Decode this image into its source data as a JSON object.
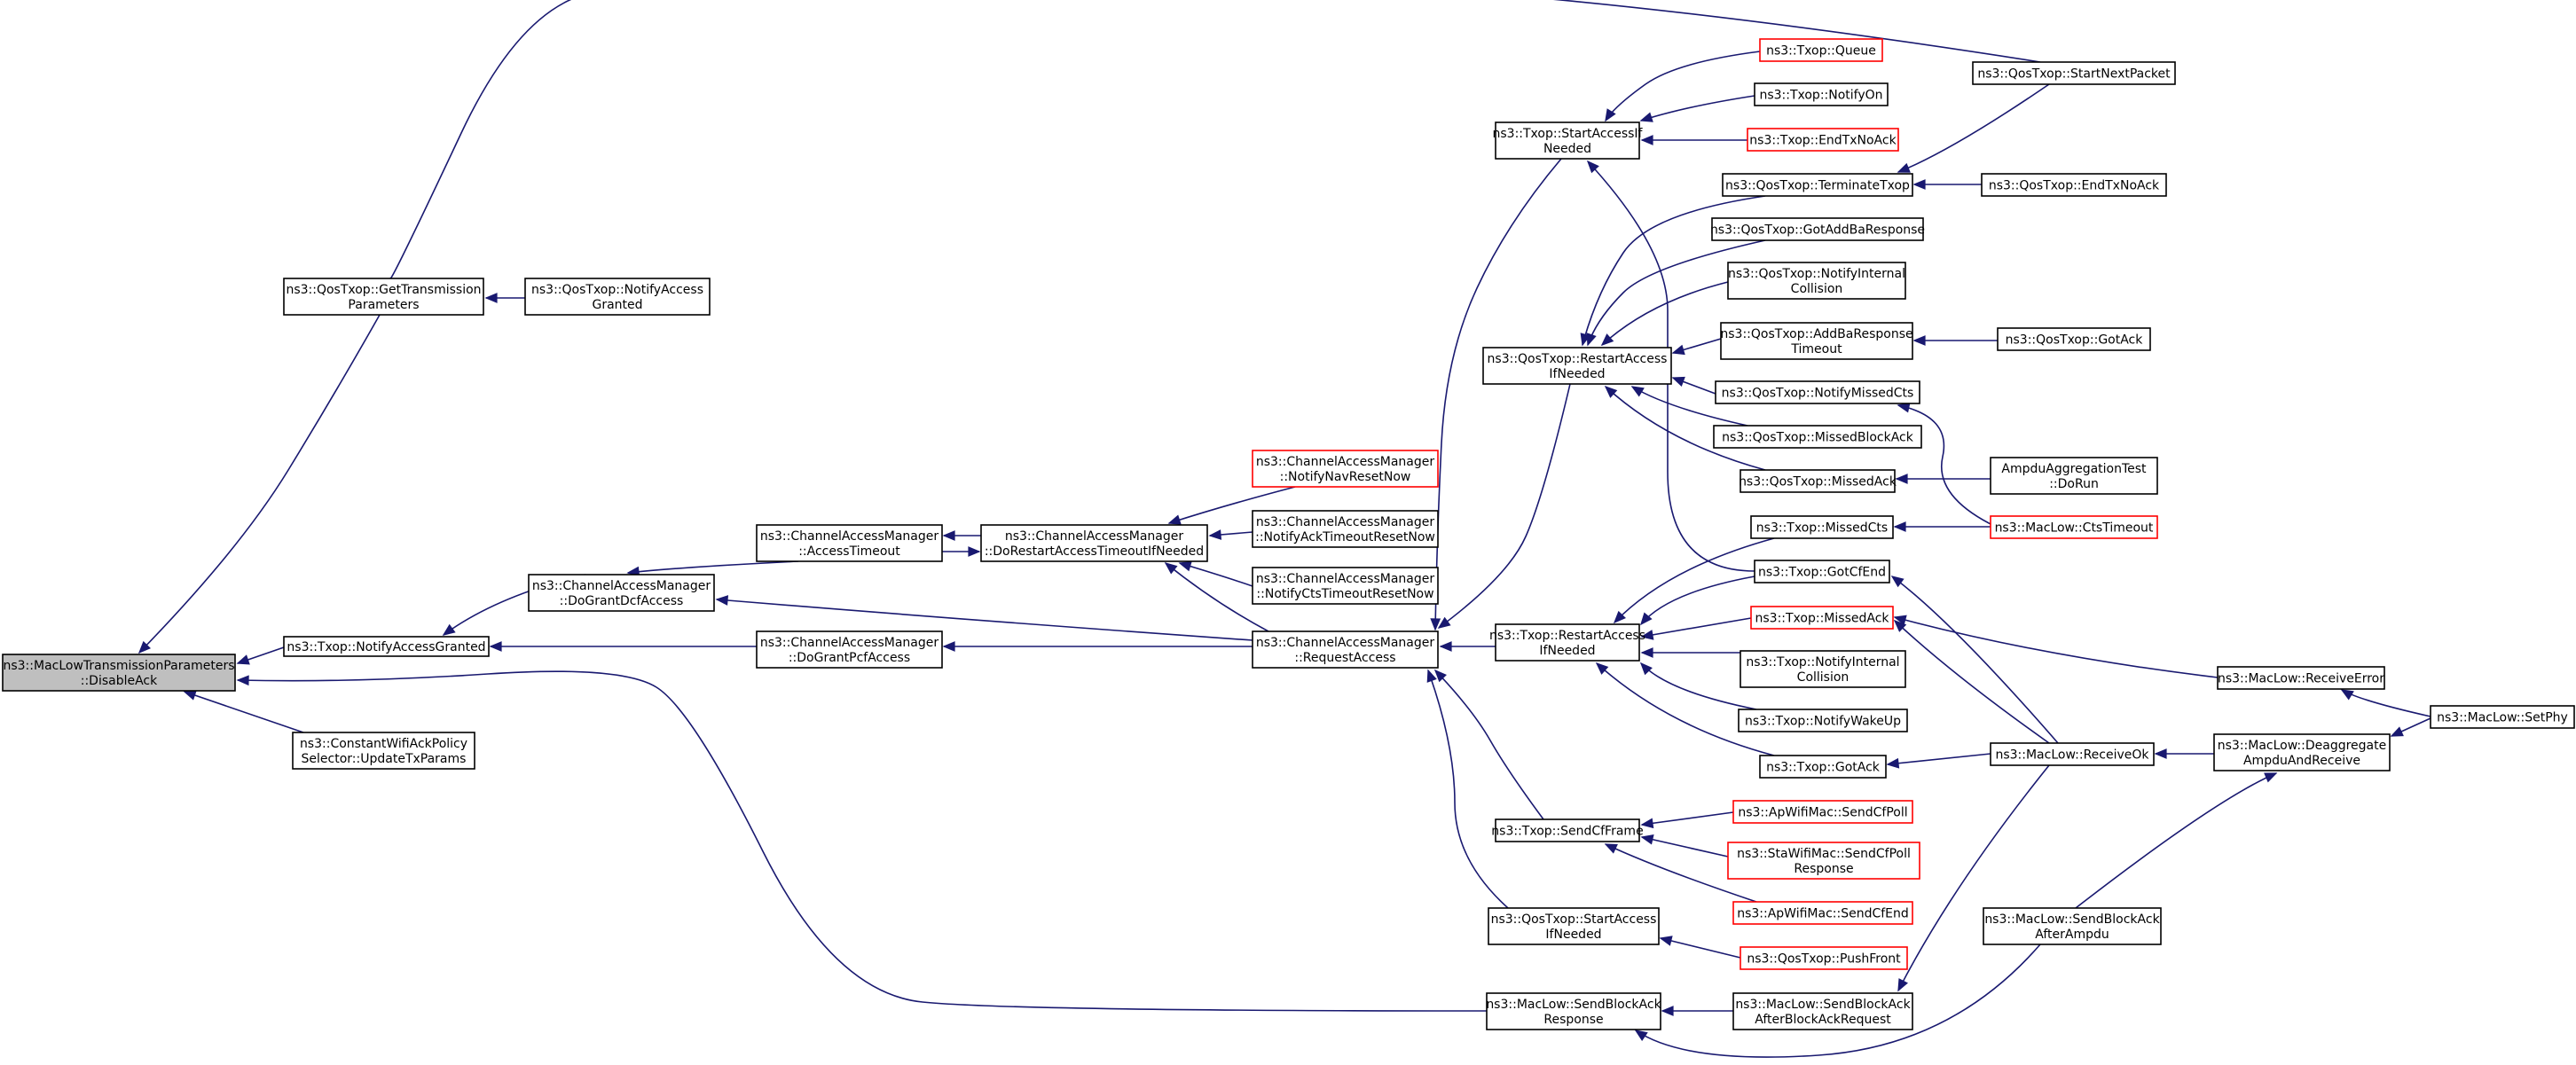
{
  "graph": {
    "colors": {
      "edge": "#191970",
      "border": "#000000",
      "truncated_border": "#ff0000",
      "root_fill": "#bfbfbf",
      "background": "#ffffff"
    },
    "nodes": {
      "root": {
        "lines": [
          "ns3::MacLowTransmissionParameters",
          "::DisableAck"
        ],
        "root": true
      },
      "getTxParams": {
        "lines": [
          "ns3::QosTxop::GetTransmission",
          "Parameters"
        ]
      },
      "notifyAccessGranted": {
        "lines": [
          "ns3::Txop::NotifyAccessGranted"
        ]
      },
      "updateTxParams": {
        "lines": [
          "ns3::ConstantWifiAckPolicy",
          "Selector::UpdateTxParams"
        ]
      },
      "qosNotifyAccessGranted": {
        "lines": [
          "ns3::QosTxop::NotifyAccess",
          "Granted"
        ]
      },
      "doGrantDcf": {
        "lines": [
          "ns3::ChannelAccessManager",
          "::DoGrantDcfAccess"
        ]
      },
      "doGrantPcf": {
        "lines": [
          "ns3::ChannelAccessManager",
          "::DoGrantPcfAccess"
        ]
      },
      "accessTimeout": {
        "lines": [
          "ns3::ChannelAccessManager",
          "::AccessTimeout"
        ]
      },
      "doRestart": {
        "lines": [
          "ns3::ChannelAccessManager",
          "::DoRestartAccessTimeoutIfNeeded"
        ]
      },
      "navReset": {
        "lines": [
          "ns3::ChannelAccessManager",
          "::NotifyNavResetNow"
        ],
        "truncated": true
      },
      "ackTimeoutReset": {
        "lines": [
          "ns3::ChannelAccessManager",
          "::NotifyAckTimeoutResetNow"
        ]
      },
      "ctsTimeoutReset": {
        "lines": [
          "ns3::ChannelAccessManager",
          "::NotifyCtsTimeoutResetNow"
        ]
      },
      "requestAccess": {
        "lines": [
          "ns3::ChannelAccessManager",
          "::RequestAccess"
        ]
      },
      "startAccessIfNeeded": {
        "lines": [
          "ns3::Txop::StartAccessIf",
          "Needed"
        ]
      },
      "qosRestartAccess": {
        "lines": [
          "ns3::QosTxop::RestartAccess",
          "IfNeeded"
        ]
      },
      "txopRestartAccess": {
        "lines": [
          "ns3::Txop::RestartAccess",
          "IfNeeded"
        ]
      },
      "sendCfFrame": {
        "lines": [
          "ns3::Txop::SendCfFrame"
        ]
      },
      "qosStartAccess": {
        "lines": [
          "ns3::QosTxop::StartAccess",
          "IfNeeded"
        ]
      },
      "sendBlockAckResponse": {
        "lines": [
          "ns3::MacLow::SendBlockAck",
          "Response"
        ]
      },
      "txopQueue": {
        "lines": [
          "ns3::Txop::Queue"
        ],
        "truncated": true
      },
      "txopNotifyOn": {
        "lines": [
          "ns3::Txop::NotifyOn"
        ]
      },
      "txopEndTxNoAck": {
        "lines": [
          "ns3::Txop::EndTxNoAck"
        ],
        "truncated": true
      },
      "startNextPacket": {
        "lines": [
          "ns3::QosTxop::StartNextPacket"
        ]
      },
      "terminateTxop": {
        "lines": [
          "ns3::QosTxop::TerminateTxop"
        ]
      },
      "qosEndTxNoAck": {
        "lines": [
          "ns3::QosTxop::EndTxNoAck"
        ]
      },
      "gotAddBa": {
        "lines": [
          "ns3::QosTxop::GotAddBaResponse"
        ]
      },
      "notifyInternalCollisionQos": {
        "lines": [
          "ns3::QosTxop::NotifyInternal",
          "Collision"
        ]
      },
      "addBaTimeout": {
        "lines": [
          "ns3::QosTxop::AddBaResponse",
          "Timeout"
        ]
      },
      "qosGotAck": {
        "lines": [
          "ns3::QosTxop::GotAck"
        ]
      },
      "qosMissedCts": {
        "lines": [
          "ns3::QosTxop::NotifyMissedCts"
        ]
      },
      "qosMissedBlockAck": {
        "lines": [
          "ns3::QosTxop::MissedBlockAck"
        ]
      },
      "qosMissedAck": {
        "lines": [
          "ns3::QosTxop::MissedAck"
        ]
      },
      "ampduTest": {
        "lines": [
          "AmpduAggregationTest",
          "::DoRun"
        ]
      },
      "ctsTimeout": {
        "lines": [
          "ns3::MacLow::CtsTimeout"
        ],
        "truncated": true
      },
      "txopMissedCts": {
        "lines": [
          "ns3::Txop::MissedCts"
        ]
      },
      "gotCfEnd": {
        "lines": [
          "ns3::Txop::GotCfEnd"
        ]
      },
      "txopMissedAck": {
        "lines": [
          "ns3::Txop::MissedAck"
        ],
        "truncated": true
      },
      "txopNotifyInternalCollision": {
        "lines": [
          "ns3::Txop::NotifyInternal",
          "Collision"
        ]
      },
      "notifyWakeUp": {
        "lines": [
          "ns3::Txop::NotifyWakeUp"
        ]
      },
      "txopGotAck": {
        "lines": [
          "ns3::Txop::GotAck"
        ]
      },
      "receiveError": {
        "lines": [
          "ns3::MacLow::ReceiveError"
        ]
      },
      "setPhy": {
        "lines": [
          "ns3::MacLow::SetPhy"
        ]
      },
      "receiveOk": {
        "lines": [
          "ns3::MacLow::ReceiveOk"
        ]
      },
      "deaggregate": {
        "lines": [
          "ns3::MacLow::Deaggregate",
          "AmpduAndReceive"
        ]
      },
      "apSendCfPoll": {
        "lines": [
          "ns3::ApWifiMac::SendCfPoll"
        ],
        "truncated": true
      },
      "staSendCfPollResponse": {
        "lines": [
          "ns3::StaWifiMac::SendCfPoll",
          "Response"
        ],
        "truncated": true
      },
      "apSendCfEnd": {
        "lines": [
          "ns3::ApWifiMac::SendCfEnd"
        ],
        "truncated": true
      },
      "pushFront": {
        "lines": [
          "ns3::QosTxop::PushFront"
        ],
        "truncated": true
      },
      "sendBlockAckAfterAmpdu": {
        "lines": [
          "ns3::MacLow::SendBlockAck",
          "AfterAmpdu"
        ]
      },
      "sendBlockAckAfterBar": {
        "lines": [
          "ns3::MacLow::SendBlockAck",
          "AfterBlockAckRequest"
        ]
      }
    },
    "edges": [
      [
        "getTxParams",
        "root"
      ],
      [
        "notifyAccessGranted",
        "root"
      ],
      [
        "updateTxParams",
        "root"
      ],
      [
        "sendBlockAckResponse",
        "root"
      ],
      [
        "startNextPacket",
        "getTxParams"
      ],
      [
        "qosNotifyAccessGranted",
        "getTxParams"
      ],
      [
        "doGrantDcf",
        "notifyAccessGranted"
      ],
      [
        "doGrantPcf",
        "notifyAccessGranted"
      ],
      [
        "accessTimeout",
        "doGrantDcf"
      ],
      [
        "requestAccess",
        "doGrantDcf"
      ],
      [
        "doRestart",
        "accessTimeout"
      ],
      [
        "accessTimeout",
        "doRestart"
      ],
      [
        "navReset",
        "doRestart"
      ],
      [
        "ackTimeoutReset",
        "doRestart"
      ],
      [
        "ctsTimeoutReset",
        "doRestart"
      ],
      [
        "requestAccess",
        "doRestart"
      ],
      [
        "requestAccess",
        "doGrantPcf"
      ],
      [
        "startAccessIfNeeded",
        "requestAccess"
      ],
      [
        "qosRestartAccess",
        "requestAccess"
      ],
      [
        "txopRestartAccess",
        "requestAccess"
      ],
      [
        "sendCfFrame",
        "requestAccess"
      ],
      [
        "qosStartAccess",
        "requestAccess"
      ],
      [
        "txopQueue",
        "startAccessIfNeeded"
      ],
      [
        "txopNotifyOn",
        "startAccessIfNeeded"
      ],
      [
        "txopEndTxNoAck",
        "startAccessIfNeeded"
      ],
      [
        "gotCfEnd",
        "startAccessIfNeeded"
      ],
      [
        "terminateTxop",
        "qosRestartAccess"
      ],
      [
        "gotAddBa",
        "qosRestartAccess"
      ],
      [
        "notifyInternalCollisionQos",
        "qosRestartAccess"
      ],
      [
        "addBaTimeout",
        "qosRestartAccess"
      ],
      [
        "qosMissedCts",
        "qosRestartAccess"
      ],
      [
        "qosMissedBlockAck",
        "qosRestartAccess"
      ],
      [
        "qosMissedAck",
        "qosRestartAccess"
      ],
      [
        "startNextPacket",
        "terminateTxop"
      ],
      [
        "qosEndTxNoAck",
        "terminateTxop"
      ],
      [
        "qosGotAck",
        "addBaTimeout"
      ],
      [
        "ctsTimeout",
        "qosMissedCts"
      ],
      [
        "ampduTest",
        "qosMissedAck"
      ],
      [
        "txopMissedCts",
        "txopRestartAccess"
      ],
      [
        "gotCfEnd",
        "txopRestartAccess"
      ],
      [
        "txopMissedAck",
        "txopRestartAccess"
      ],
      [
        "txopNotifyInternalCollision",
        "txopRestartAccess"
      ],
      [
        "notifyWakeUp",
        "txopRestartAccess"
      ],
      [
        "txopGotAck",
        "txopRestartAccess"
      ],
      [
        "ctsTimeout",
        "txopMissedCts"
      ],
      [
        "receiveOk",
        "gotCfEnd"
      ],
      [
        "receiveError",
        "txopMissedAck"
      ],
      [
        "receiveOk",
        "txopMissedAck"
      ],
      [
        "setPhy",
        "receiveError"
      ],
      [
        "receiveOk",
        "txopGotAck"
      ],
      [
        "deaggregate",
        "receiveOk"
      ],
      [
        "setPhy",
        "deaggregate"
      ],
      [
        "sendBlockAckAfterAmpdu",
        "deaggregate"
      ],
      [
        "apSendCfPoll",
        "sendCfFrame"
      ],
      [
        "staSendCfPollResponse",
        "sendCfFrame"
      ],
      [
        "apSendCfEnd",
        "sendCfFrame"
      ],
      [
        "pushFront",
        "qosStartAccess"
      ],
      [
        "sendBlockAckAfterBar",
        "sendBlockAckResponse"
      ],
      [
        "sendBlockAckAfterAmpdu",
        "sendBlockAckResponse"
      ],
      [
        "receiveOk",
        "sendBlockAckAfterBar"
      ]
    ]
  }
}
